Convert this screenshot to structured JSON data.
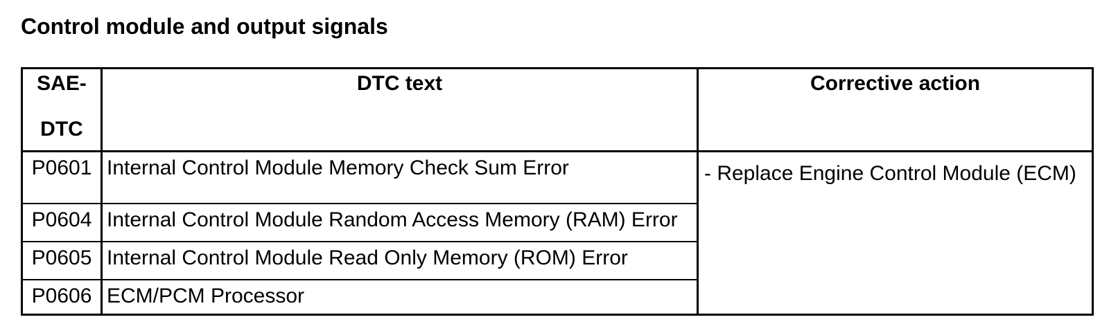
{
  "page": {
    "title": "Control module and output signals"
  },
  "table": {
    "header": {
      "col1_line1": "SAE-",
      "col1_line2": "DTC",
      "col2": "DTC text",
      "col3": "Corrective action"
    },
    "rows": [
      {
        "code": "P0601",
        "text": "Internal Control Module Memory Check Sum Error"
      },
      {
        "code": "P0604",
        "text": "Internal Control Module Random Access Memory (RAM) Error"
      },
      {
        "code": "P0605",
        "text": "Internal Control Module Read Only Memory (ROM) Error"
      },
      {
        "code": "P0606",
        "text": "ECM/PCM Processor"
      }
    ],
    "corrective_action": "- Replace Engine Control Module (ECM)"
  },
  "colors": {
    "ink": "#000000",
    "paper": "#ffffff"
  }
}
